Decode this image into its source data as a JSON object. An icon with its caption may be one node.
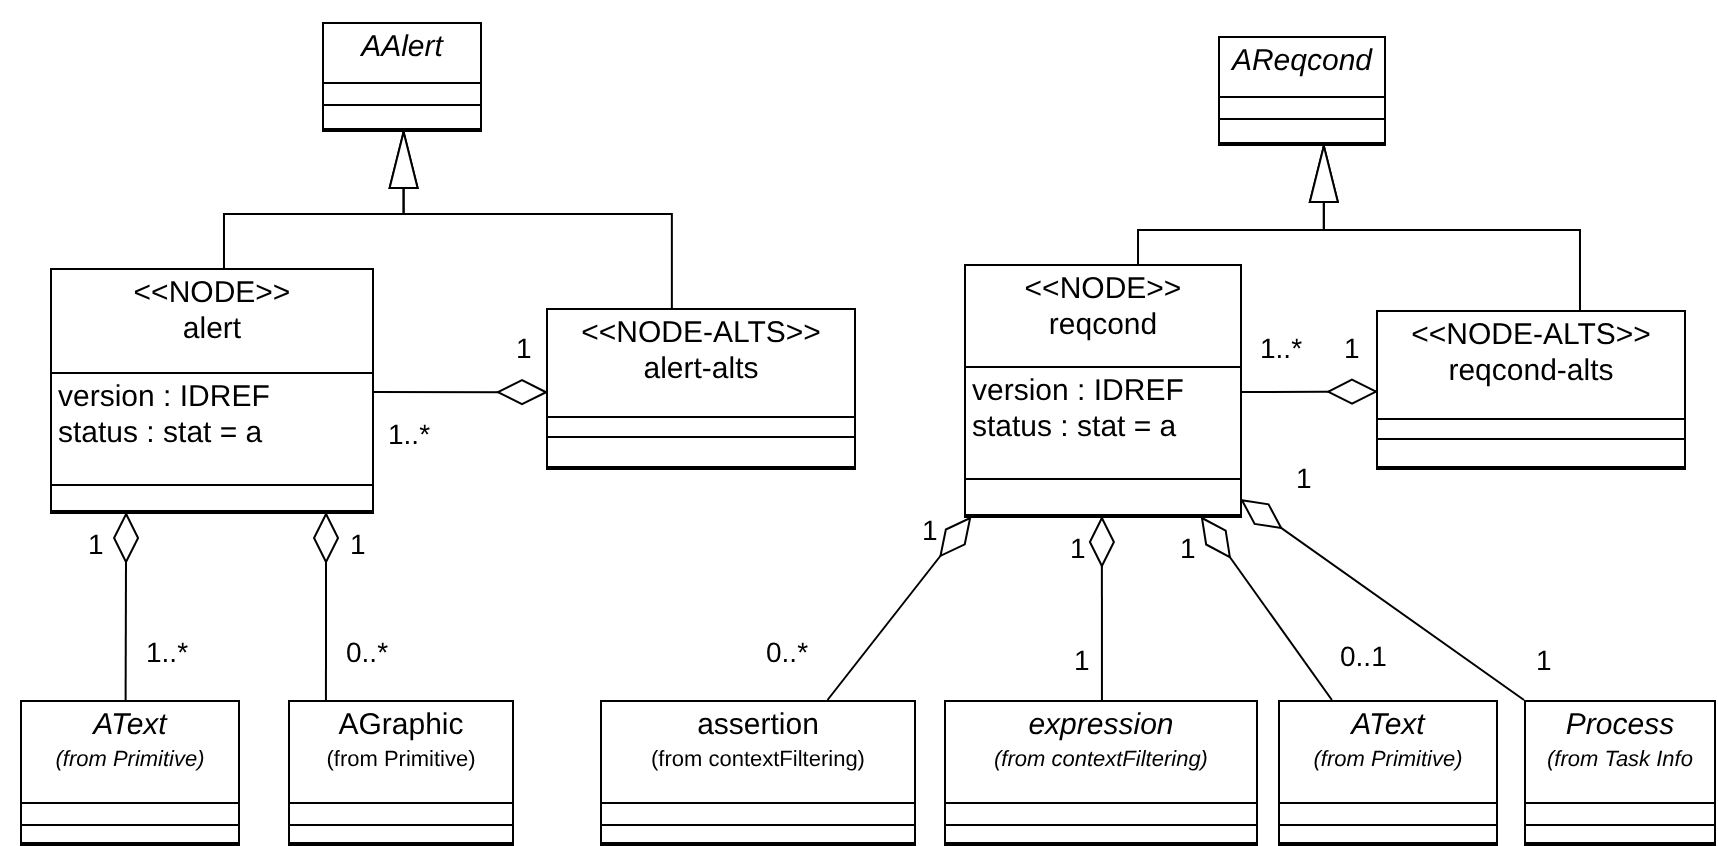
{
  "diagram": {
    "nodes": [
      {
        "text": [
          "AAlert"
        ]
      },
      {
        "text": [
          "<<NODE>>",
          "alert",
          "version : IDREF",
          "status : stat = a"
        ]
      },
      {
        "text": [
          "<<NODE-ALTS>>",
          "alert-alts"
        ]
      },
      {
        "text": [
          "AText",
          "(from Primitive)"
        ]
      },
      {
        "text": [
          "AGraphic",
          "(from Primitive)"
        ]
      },
      {
        "text": [
          "AReqcond"
        ]
      },
      {
        "text": [
          "<<NODE>>",
          "reqcond",
          "version : IDREF",
          "status : stat = a"
        ]
      },
      {
        "text": [
          "<<NODE-ALTS>>",
          "reqcond-alts"
        ]
      },
      {
        "text": [
          "assertion",
          "(from contextFiltering)"
        ]
      },
      {
        "text": [
          "expression",
          "(from contextFiltering)"
        ]
      },
      {
        "text": [
          "AText",
          "(from Primitive)"
        ]
      },
      {
        "text": [
          "Process",
          "(from Task Info"
        ]
      }
    ],
    "edges": [
      {
        "from": 1,
        "to": 0,
        "arrow": "to"
      },
      {
        "from": 2,
        "to": 0,
        "arrow": "to"
      },
      {
        "from": 2,
        "to": 1,
        "arrow": "other"
      },
      {
        "from": 1,
        "to": 3,
        "arrow": "other"
      },
      {
        "from": 1,
        "to": 4,
        "arrow": "other"
      },
      {
        "from": 6,
        "to": 5,
        "arrow": "to"
      },
      {
        "from": 7,
        "to": 5,
        "arrow": "to"
      },
      {
        "from": 7,
        "to": 6,
        "arrow": "other"
      },
      {
        "from": 6,
        "to": 8,
        "arrow": "other"
      },
      {
        "from": 6,
        "to": 9,
        "arrow": "other"
      },
      {
        "from": 6,
        "to": 10,
        "arrow": "other"
      },
      {
        "from": 6,
        "to": 11,
        "arrow": "other"
      }
    ],
    "labels": [
      "1",
      "1..*",
      "1",
      "1..*",
      "1",
      "1",
      "1",
      "1",
      "1",
      "1",
      "1..*",
      "0..*",
      "0..*",
      "1",
      "0..1",
      "1"
    ]
  }
}
